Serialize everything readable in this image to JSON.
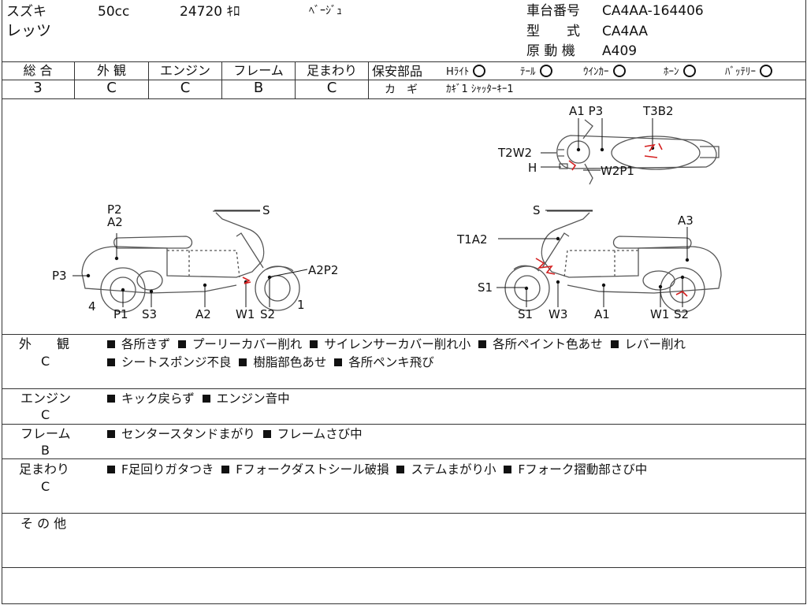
{
  "header": {
    "maker": "スズキ",
    "displacement": "50cc",
    "mileage": "24720 ｷﾛ",
    "color": "ﾍﾞｰｼﾞｭ",
    "model_name": "レッツ",
    "frame_no_label": "車台番号",
    "frame_no": "CA4AA-164406",
    "type_label": "型　　式",
    "type": "CA4AA",
    "engine_label": "原 動 機",
    "engine": "A409"
  },
  "grades": [
    {
      "label": "総 合",
      "value": "3"
    },
    {
      "label": "外 観",
      "value": "C"
    },
    {
      "label": "エンジン",
      "value": "C"
    },
    {
      "label": "フレーム",
      "value": "B"
    },
    {
      "label": "足まわり",
      "value": "C"
    }
  ],
  "safety": {
    "label": "保安部品",
    "items": [
      {
        "label": "Hﾗｲﾄ"
      },
      {
        "label": "ﾃｰﾙ"
      },
      {
        "label": "ｳｲﾝｶｰ"
      },
      {
        "label": "ﾎｰﾝ"
      },
      {
        "label": "ﾊﾞｯﾃﾘｰ"
      }
    ],
    "key_label": "カ　ギ",
    "key_value": "ｶｷﾞ1 ｼｬｯﾀｰｷｰ1"
  },
  "diagram": {
    "left": {
      "P2": "P2",
      "A2top": "A2",
      "S": "S",
      "P3": "P3",
      "A2P2": "A2P2",
      "four": "4",
      "one": "1",
      "P1": "P1",
      "S3": "S3",
      "A2bot": "A2",
      "W1": "W1",
      "S2": "S2"
    },
    "right": {
      "S": "S",
      "A3": "A3",
      "T1A2": "T1A2",
      "S1a": "S1",
      "S1b": "S1",
      "W3": "W3",
      "A1": "A1",
      "W1": "W1",
      "S2": "S2"
    },
    "top": {
      "A1P3": "A1 P3",
      "T3B2": "T3B2",
      "T2W2": "T2W2",
      "H": "H",
      "W2P1": "W2P1"
    },
    "damage_color": "#d42020"
  },
  "notes": [
    {
      "label": "外　　観",
      "grade": "C",
      "lines": [
        [
          "各所きず",
          "プーリーカバー削れ",
          "サイレンサーカバー削れ小",
          "各所ペイント色あせ",
          "レバー削れ"
        ],
        [
          "シートスポンジ不良",
          "樹脂部色あせ",
          "各所ペンキ飛び"
        ]
      ]
    },
    {
      "label": "エンジン",
      "grade": "C",
      "lines": [
        [
          "キック戻らず",
          "エンジン音中"
        ]
      ]
    },
    {
      "label": "フレーム",
      "grade": "B",
      "lines": [
        [
          "センタースタンドまがり",
          "フレームさび中"
        ]
      ]
    },
    {
      "label": "足まわり",
      "grade": "C",
      "lines": [
        [
          "F足回りガタつき",
          "Fフォークダストシール破損",
          "ステムまがり小",
          "Fフォーク摺動部さび中"
        ]
      ]
    },
    {
      "label": "そ の 他",
      "grade": "",
      "lines": []
    }
  ]
}
